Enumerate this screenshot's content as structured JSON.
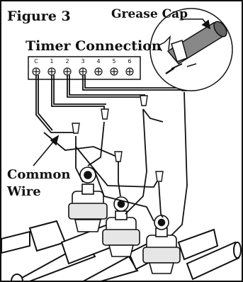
{
  "figure": {
    "title": "Figure 3",
    "grease_cap_label": "Grease Cap",
    "timer_label": "Timer Connection",
    "terminals": [
      "C",
      "1",
      "2",
      "3",
      "4",
      "5",
      "6"
    ],
    "common_wire_label": [
      "Common",
      "Wire"
    ]
  }
}
